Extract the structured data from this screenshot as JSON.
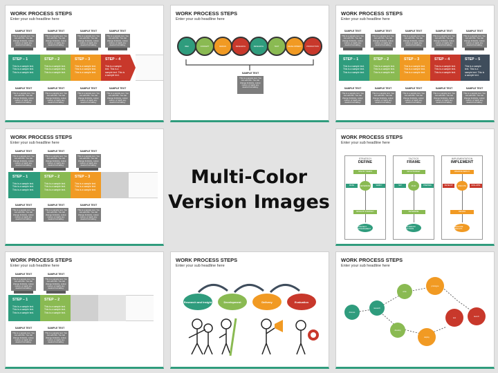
{
  "slide_common": {
    "title": "WORK PROCESS STEPS",
    "subtitle": "Enter your sub headline here",
    "card_label": "SAMPLE TEXT",
    "card_text": "This is a sample text. You can edit this. You can change font(size, colour, name), or apply any desired formatting."
  },
  "center_title": {
    "line1": "Multi-Color",
    "line2": "Version Images"
  },
  "steps": {
    "step1": "STEP – 1",
    "step2": "STEP – 2",
    "step3": "STEP – 3",
    "step4": "STEP – 4",
    "step5": "STEP – 5",
    "body": "This is a sample text. This is a sample text. This is a sample text."
  },
  "circles": {
    "labels": [
      "IDEA",
      "CONCEPT",
      "DESIGN",
      "RESEARCH",
      "RESEARCH",
      "TEST",
      "DEVELOPMENT",
      "PRODUCTION"
    ],
    "sample": "SAMPLE TEXT",
    "sample_body": "This is a sample text. You can edit this. You can change font(size, colour, name), or apply any desired formatting."
  },
  "flow": {
    "columns": [
      {
        "tag": "STRATEGY",
        "name": "DEFINE",
        "top": "SPECIFY NEEDS",
        "left": "MAKE FEEDBACK",
        "mid": "DETERMINE",
        "right": "VERIFY MARKET",
        "box": "DEVELOP STRATEGY",
        "end": "STRATEGY ADVANCEMENT"
      },
      {
        "tag": "TACTICS",
        "name": "FRAME",
        "top": "SETUP BUDGET",
        "left": "SET CONTRACT RELATIONSHIP",
        "mid": "PLAN",
        "right": "PREPARE OPTIONS",
        "box": "DETERMINE",
        "end": "ESTABLISH ACTIONS"
      },
      {
        "tag": "IMPLEMENTATION",
        "name": "IMPLEMENT",
        "top": "OPERATE DEPLOY",
        "left": "DEVELOP TEAM",
        "mid": "EXECUTE",
        "right": "EVALUATE RESOURCES",
        "box": "REVIEW",
        "end": "MEASURE RESULTS"
      }
    ]
  },
  "ellipses": [
    "Research and Insight",
    "Development",
    "Delivery",
    "Evaluation"
  ],
  "icons_slide": [
    "discuss",
    "research",
    "write",
    "prototype",
    "develop",
    "deploy",
    "test",
    "launch"
  ],
  "colors": {
    "teal": "#2f9c7d",
    "green": "#8aba52",
    "orange": "#f19a23",
    "red": "#c8382b",
    "navy": "#3f4d5c",
    "gray": "#7d7d7d"
  }
}
